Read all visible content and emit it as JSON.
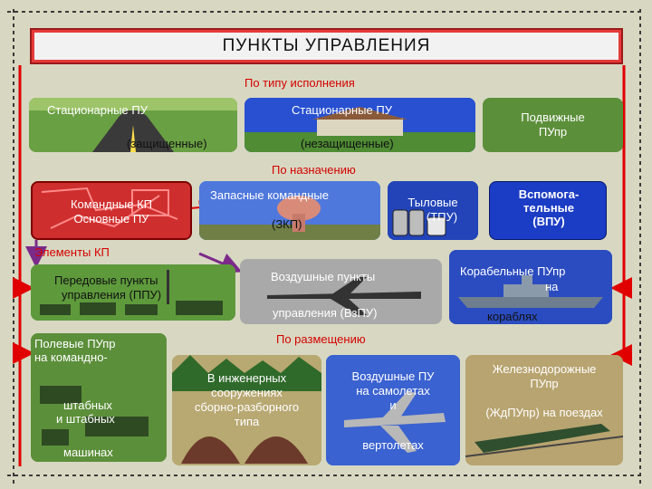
{
  "title": "ПУНКТЫ  УПРАВЛЕНИЯ",
  "sections": {
    "by_type": "По  типу  исполнения",
    "by_purpose": "По назначению",
    "elements": "Элементы КП",
    "by_placement": "По     размещению"
  },
  "type_nodes": {
    "protected_top": "Стационарные ПУ",
    "protected_bottom": "(защищенные)",
    "unprotected_top": "Стационарные ПУ",
    "unprotected_bottom": "(незащищенные)",
    "mobile_line1": "Подвижные",
    "mobile_line2": "ПУпр"
  },
  "purpose_nodes": {
    "command_line1": "Командные КП",
    "command_line2": "Основные ПУ",
    "reserve_line1": "Запасные командные",
    "reserve_line2": "(ЗКП)",
    "rear_line1": "Тыловые",
    "rear_line2": "(ТПУ)",
    "aux_line1": "Вспомога-",
    "aux_line2": "тельные",
    "aux_line3": "(ВПУ)"
  },
  "element_nodes": {
    "forward_line1": "Передовые пункты",
    "forward_line2": "управления (ППУ)",
    "air_line1": "Воздушные пункты",
    "air_line2": "управления (ВзПУ)",
    "ship_line1": "Корабельные ПУпр",
    "ship_line2": "на",
    "ship_line3": "кораблях"
  },
  "placement_nodes": {
    "field_line1": "Полевые ПУпр",
    "field_line2": "на командно-",
    "field_line3": "штабных",
    "field_line4": "и штабных",
    "field_line5": "машинах",
    "engineering_line1": "В инженерных",
    "engineering_line2": "сооружениях",
    "engineering_line3": "сборно-разборного",
    "engineering_line4": "типа",
    "airborne_line1": "Воздушные ПУ",
    "airborne_line2": "на самолетах",
    "airborne_line3": "и",
    "airborne_line4": "вертолетах",
    "rail_line1": "Железнодорожные",
    "rail_line2": "ПУпр",
    "rail_line3": "(ЖдПУпр) на поездах"
  },
  "colors": {
    "background": "#d8d8c2",
    "title_border": "#e63a3a",
    "section_text": "#d40000",
    "box_green": "#5c8f3a",
    "box_blue": "#1a3fbf",
    "arrow_red": "#e00000",
    "arrow_purple": "#7b2a8a"
  }
}
